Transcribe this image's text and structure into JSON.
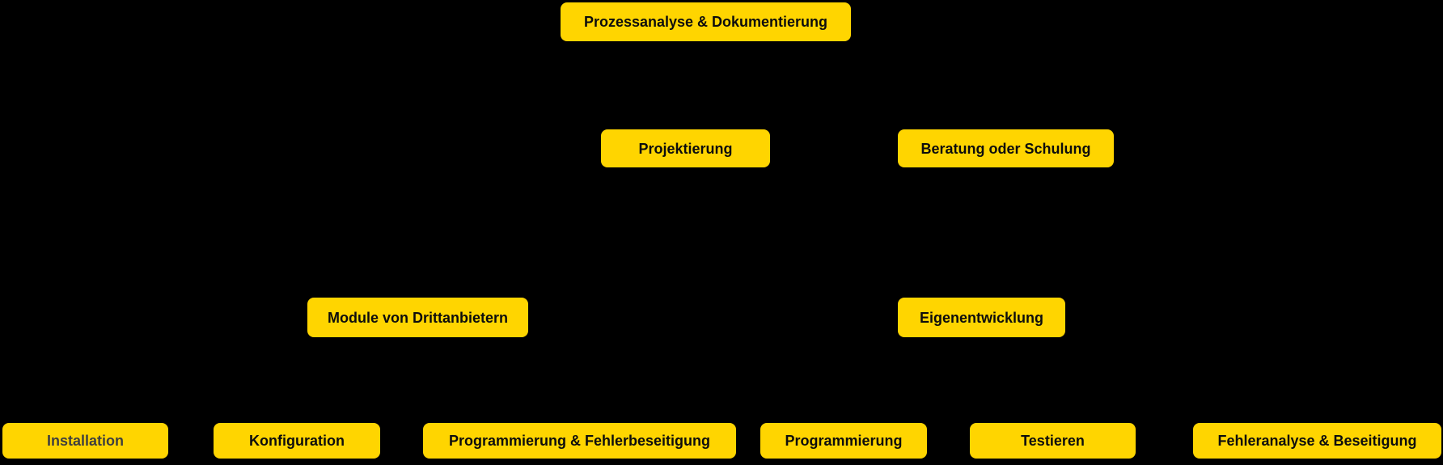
{
  "diagram": {
    "background_color": "#000000",
    "node_fill_color": "#FFD500",
    "node_text_color": "#0D0D0D",
    "dimmed_node_text_color": "#3F3F3F",
    "nodes": [
      {
        "id": "prozessanalyse-dokumentierung",
        "label": "Prozessanalyse & Dokumentierung",
        "row": 1,
        "state": "normal"
      },
      {
        "id": "projektierung",
        "label": "Projektierung",
        "row": 2,
        "state": "normal"
      },
      {
        "id": "beratung-oder-schulung",
        "label": "Beratung oder Schulung",
        "row": 2,
        "state": "normal"
      },
      {
        "id": "module-von-drittanbietern",
        "label": "Module von Drittanbietern",
        "row": 3,
        "state": "normal"
      },
      {
        "id": "eigenentwicklung",
        "label": "Eigenentwicklung",
        "row": 3,
        "state": "normal"
      },
      {
        "id": "installation",
        "label": "Installation",
        "row": 4,
        "state": "dimmed"
      },
      {
        "id": "konfiguration",
        "label": "Konfiguration",
        "row": 4,
        "state": "normal"
      },
      {
        "id": "programmierung-fehlerbeseitigung",
        "label": "Programmierung & Fehlerbeseitigung",
        "row": 4,
        "state": "normal"
      },
      {
        "id": "programmierung",
        "label": "Programmierung",
        "row": 4,
        "state": "normal"
      },
      {
        "id": "testieren",
        "label": "Testieren",
        "row": 4,
        "state": "normal"
      },
      {
        "id": "fehleranalyse-beseitigung",
        "label": "Fehleranalyse & Beseitigung",
        "row": 4,
        "state": "normal"
      }
    ]
  }
}
